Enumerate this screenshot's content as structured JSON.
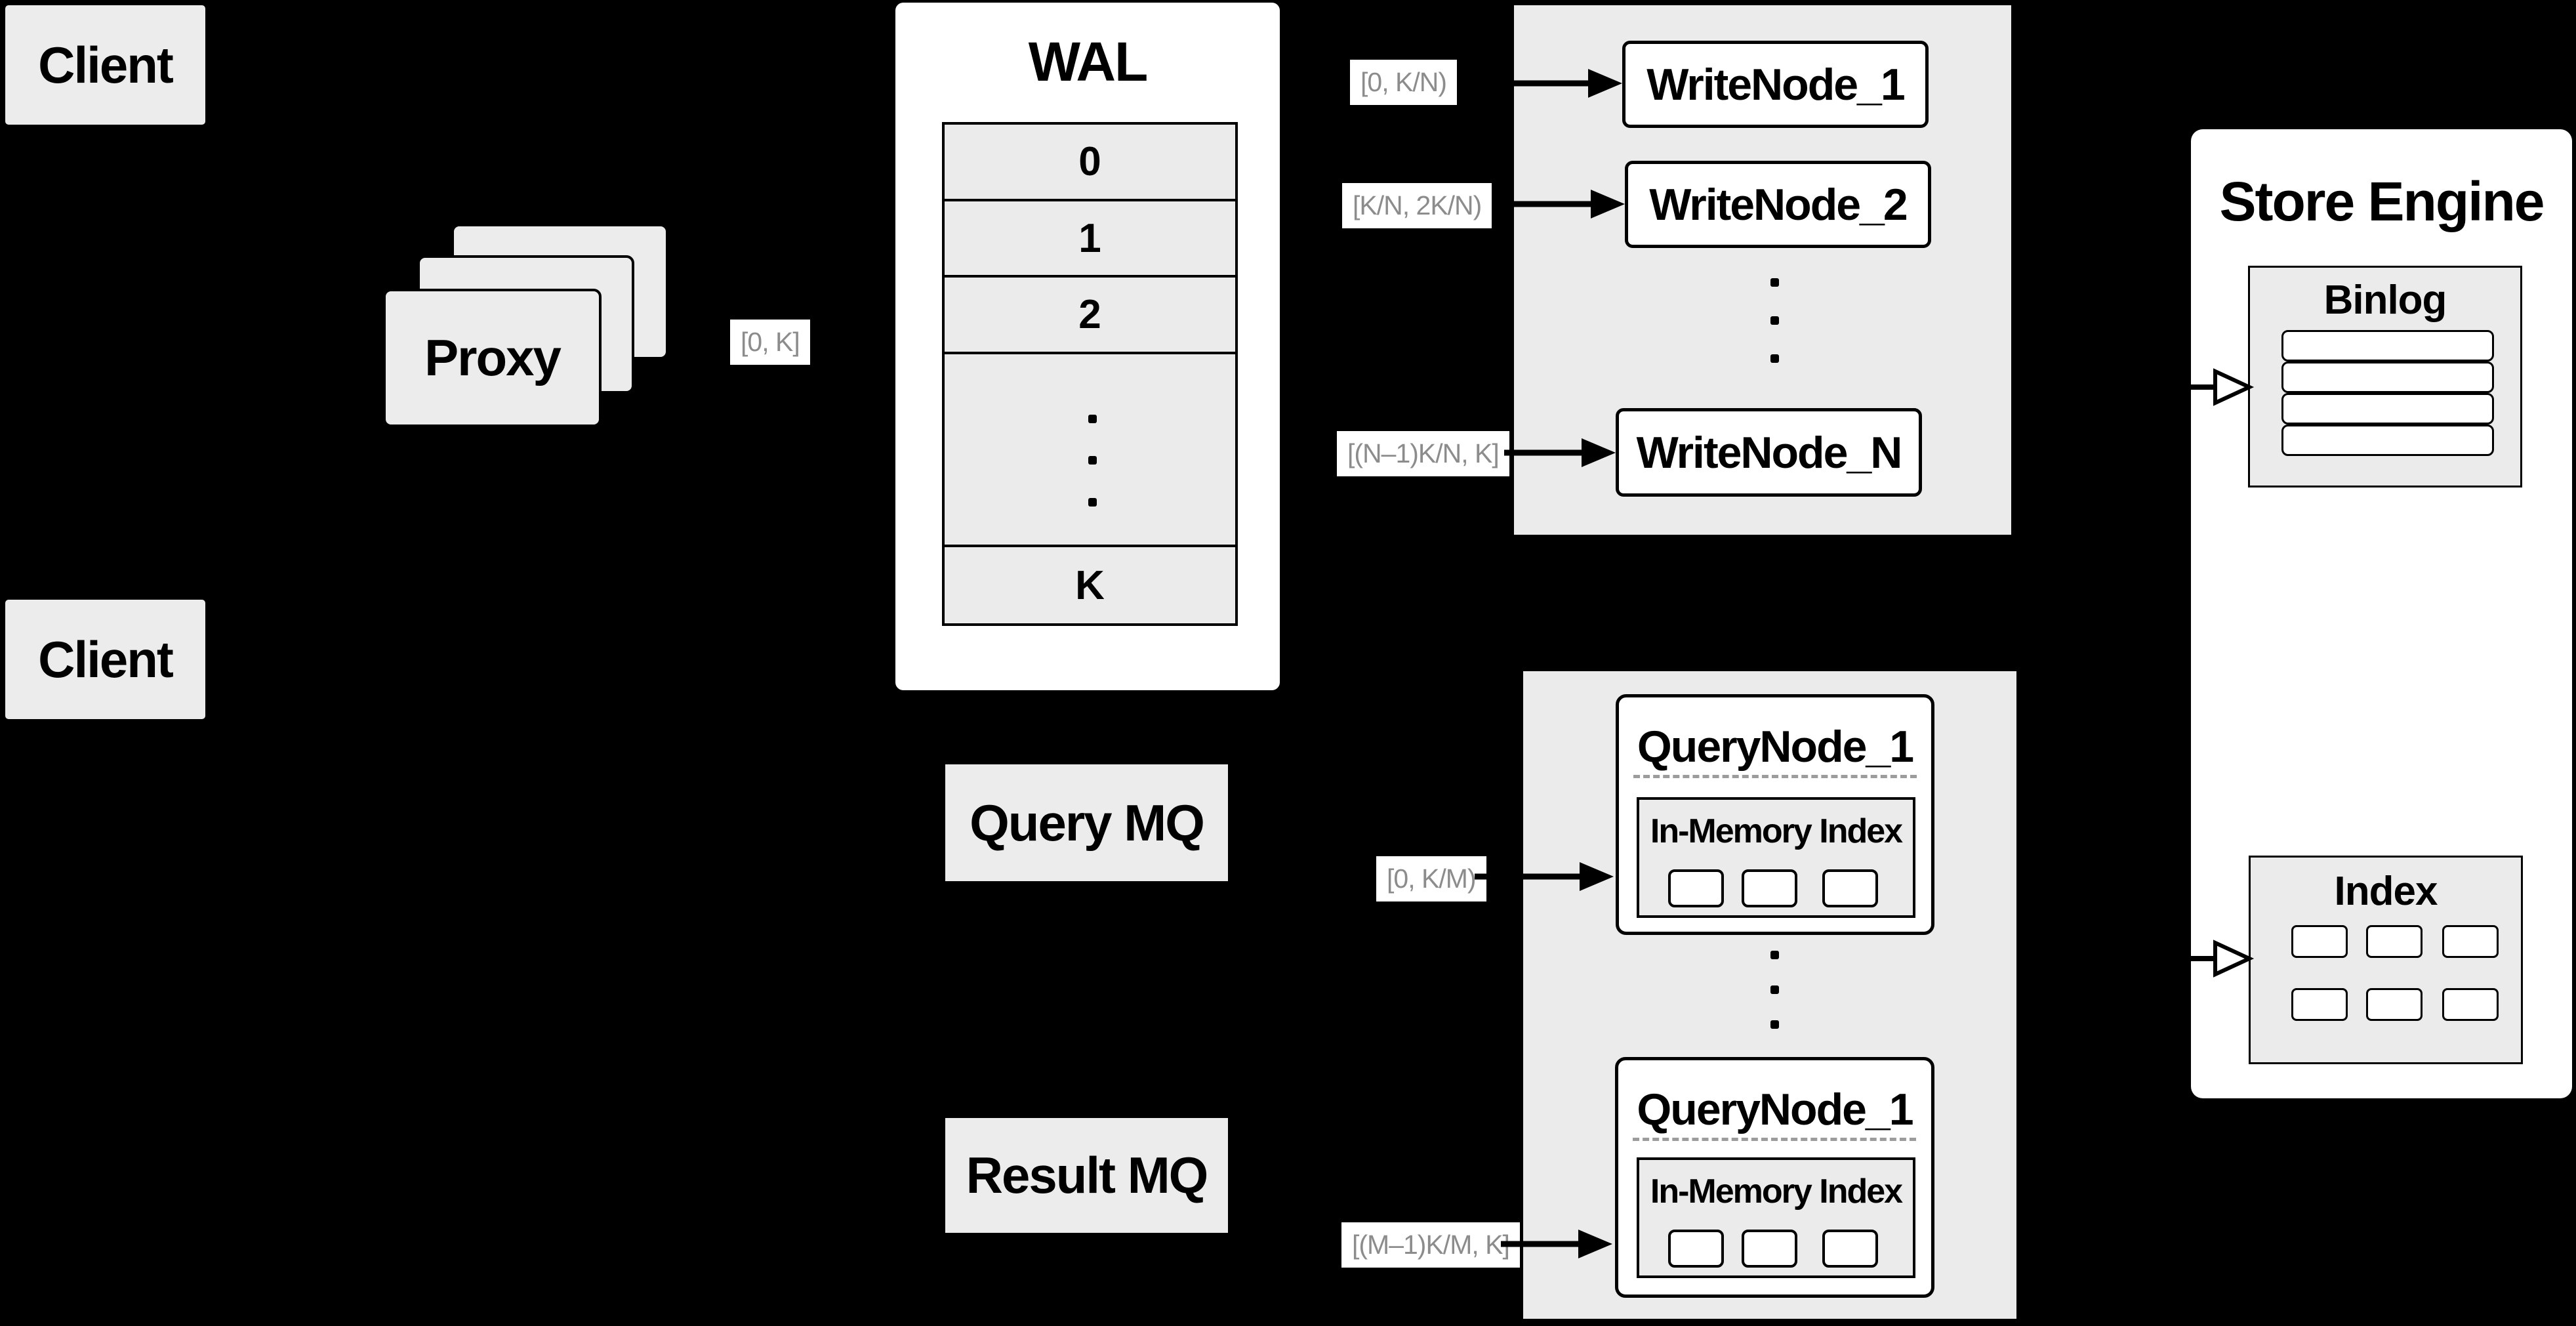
{
  "diagram": {
    "clients": {
      "top": "Client",
      "bottom": "Client"
    },
    "proxy": {
      "label": "Proxy"
    },
    "wal": {
      "title": "WAL",
      "rows": [
        "0",
        "1",
        "2"
      ],
      "last_row": "K"
    },
    "range_labels": {
      "proxy_out": "[0, K]",
      "write_1": "[0,  K/N)",
      "write_2": "[K/N, 2K/N)",
      "write_n": "[(N–1)K/N,  K]",
      "query_1": "[0, K/M)",
      "query_m": "[(M–1)K/M, K]"
    },
    "write_nodes": {
      "node1": "WriteNode_1",
      "node2": "WriteNode_2",
      "nodeN": "WriteNode_N"
    },
    "mq": {
      "query": "Query MQ",
      "result": "Result MQ"
    },
    "query_nodes": {
      "node1": "QueryNode_1",
      "node2": "QueryNode_1",
      "in_memory": "In-Memory Index"
    },
    "store": {
      "title": "Store Engine",
      "binlog": "Binlog",
      "index": "Index"
    },
    "colors": {
      "background": "#000000",
      "panel_gray": "#ebebeb",
      "box_gray": "#ececec",
      "white": "#ffffff",
      "label_text_gray": "#8c8c8c",
      "ink": "#000000"
    }
  }
}
